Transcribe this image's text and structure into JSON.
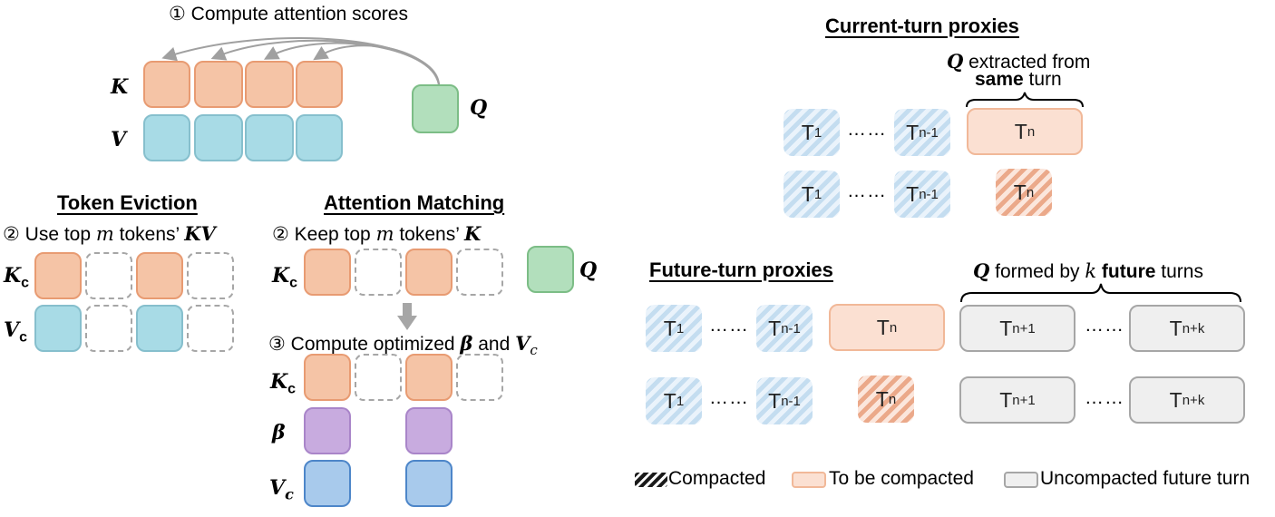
{
  "left": {
    "step1": "① Compute attention scores",
    "label_k": "K",
    "label_v": "V",
    "label_q": "Q",
    "token_eviction": {
      "title": "Token Eviction",
      "step2_prefix": "② Use top ",
      "step2_var": "m",
      "step2_mid": " tokens’ ",
      "step2_bold": "KV",
      "label_k": "K",
      "label_v": "V",
      "sub": "c"
    },
    "attention_matching": {
      "title": "Attention Matching",
      "step2_prefix": "② Keep top ",
      "step2_var": "m",
      "step2_mid": " tokens’ ",
      "step2_bold": "K",
      "label_k": "K",
      "label_q": "Q",
      "sub": "c",
      "step3_prefix": "③ Compute optimized ",
      "step3_beta": "β",
      "step3_mid": " and ",
      "step3_v": "V",
      "label_beta": "β",
      "label_v": "V"
    }
  },
  "right": {
    "current": {
      "title": "Current-turn proxies",
      "q_label": "Q",
      "note_line1": " extracted from",
      "note_bold": "same",
      "note_line2": " turn"
    },
    "future": {
      "title": "Future-turn proxies",
      "q_label": "Q",
      "note_prefix": " formed by ",
      "note_var": "k",
      "note_bold": "future",
      "note_suffix": " turns"
    },
    "tokens": {
      "T": "T",
      "sub_1": "1",
      "sub_n1": "n-1",
      "sub_n": "n",
      "sub_np1": "n+1",
      "sub_npk": "n+k",
      "dots": "……"
    },
    "legend": {
      "compacted": "Compacted",
      "to_be": "To be compacted",
      "uncompacted": "Uncompacted future turn"
    }
  },
  "colors": {
    "key": "#f5c4a6",
    "value": "#a8dbe6",
    "query": "#b2dfbc",
    "beta": "#c8abdf",
    "value_c": "#a8caec",
    "future": "#efefef"
  }
}
